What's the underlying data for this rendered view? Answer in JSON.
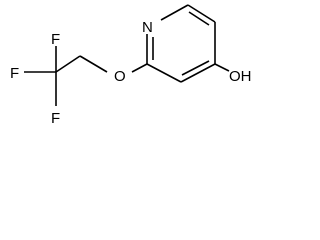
{
  "molecule": {
    "atoms": {
      "nitrogen": "N",
      "oxygen": "O",
      "hydroxyl": "OH",
      "fluorine_top": "F",
      "fluorine_left": "F",
      "fluorine_bottom": "F"
    }
  }
}
